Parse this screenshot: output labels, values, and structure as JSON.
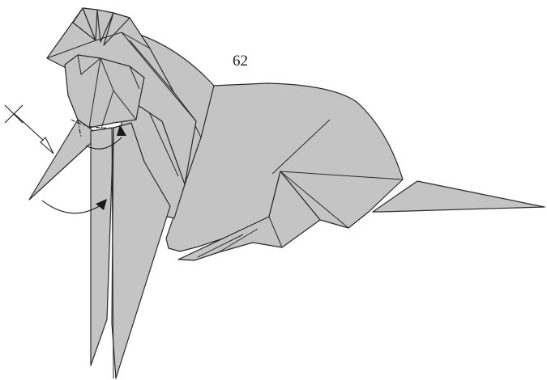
{
  "diagram": {
    "step_number": "62",
    "paper_color": "#c4c4c4",
    "line_color": "#2a2a2a",
    "background": "#ffffff"
  },
  "symbols": {
    "push_arrow": "hollow-arrow",
    "rotate_arrows": "curved-arrow",
    "fold_marks": [
      "valley-fold-line",
      "mountain-fold-line"
    ]
  }
}
